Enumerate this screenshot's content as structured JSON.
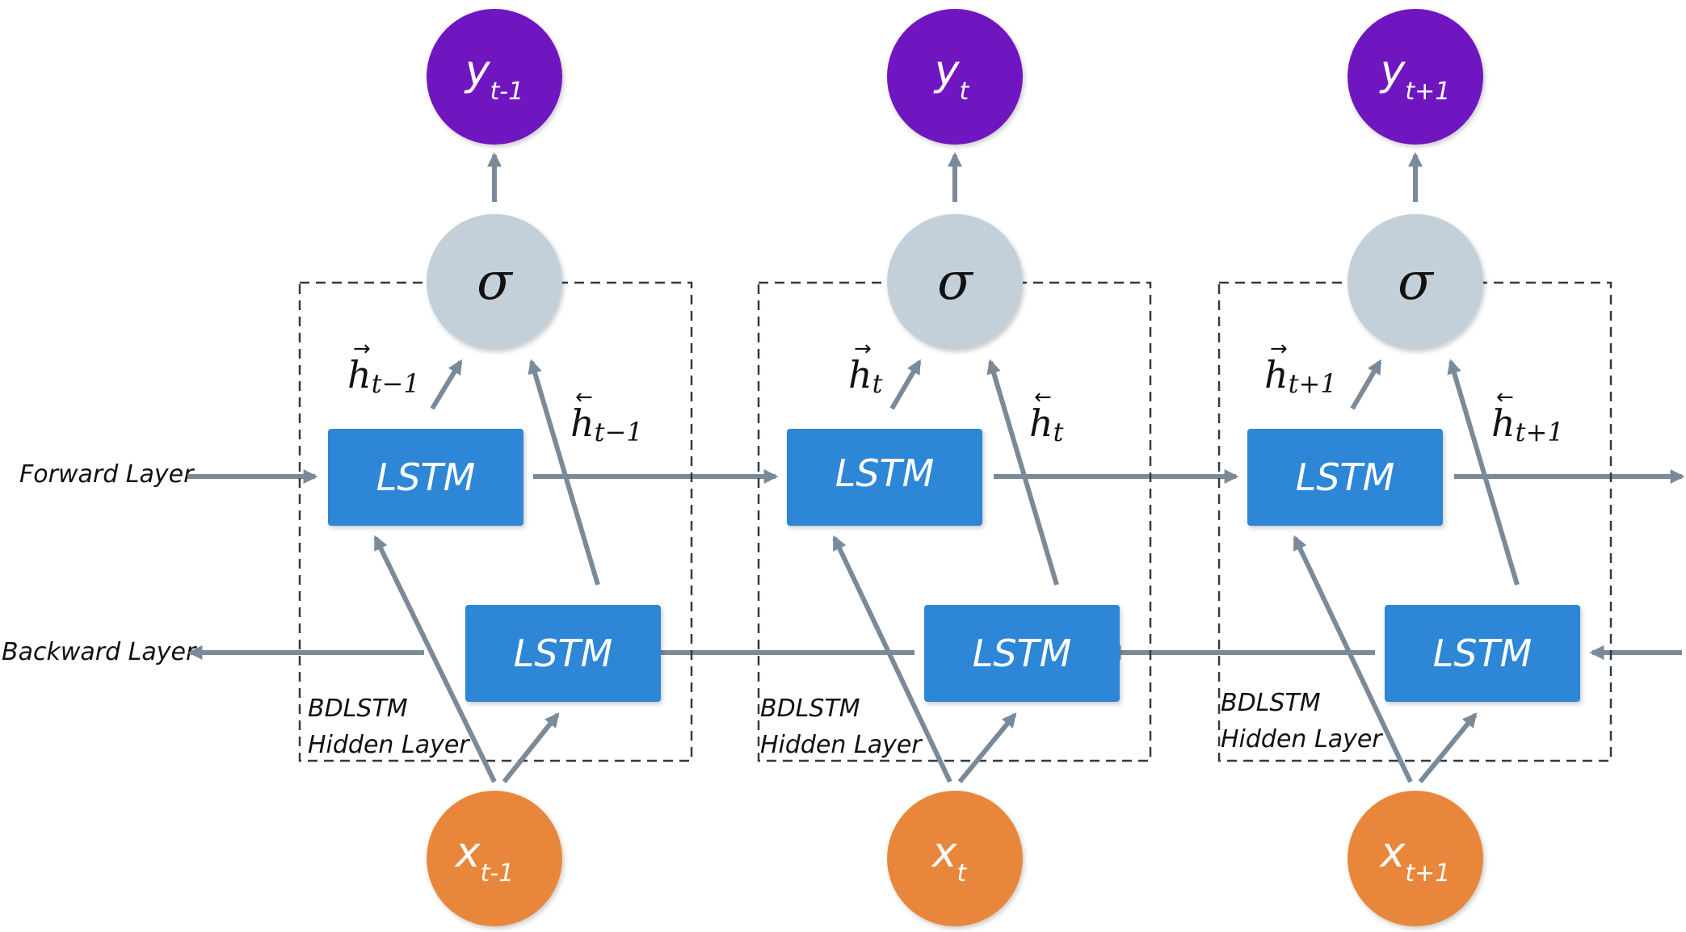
{
  "layers": {
    "forward": "Forward Layer",
    "backward": "Backward Layer"
  },
  "colors": {
    "output_node": "#6f12c0",
    "input_node": "#e8873a",
    "sigma_node": "#c3d0da",
    "lstm_box": "#2f86d6",
    "arrow": "#7a8a98",
    "dashed_border": "#2f3b47"
  },
  "cells": [
    {
      "output_main": "y",
      "output_sub": "t-1",
      "sigma": "σ",
      "lstm_forward": "LSTM",
      "lstm_backward": "LSTM",
      "input_main": "x",
      "input_sub": "t-1",
      "h_forward_main": "h",
      "h_forward_sub": "t−1",
      "h_backward_main": "h",
      "h_backward_sub": "t−1",
      "caption_line1": "BDLSTM",
      "caption_line2": "Hidden Layer"
    },
    {
      "output_main": "y",
      "output_sub": "t",
      "sigma": "σ",
      "lstm_forward": "LSTM",
      "lstm_backward": "LSTM",
      "input_main": "x",
      "input_sub": "t",
      "h_forward_main": "h",
      "h_forward_sub": "t",
      "h_backward_main": "h",
      "h_backward_sub": "t",
      "caption_line1": "BDLSTM",
      "caption_line2": "Hidden Layer"
    },
    {
      "output_main": "y",
      "output_sub": "t+1",
      "sigma": "σ",
      "lstm_forward": "LSTM",
      "lstm_backward": "LSTM",
      "input_main": "x",
      "input_sub": "t+1",
      "h_forward_main": "h",
      "h_forward_sub": "t+1",
      "h_backward_main": "h",
      "h_backward_sub": "t+1",
      "caption_line1": "BDLSTM",
      "caption_line2": "Hidden Layer"
    }
  ]
}
